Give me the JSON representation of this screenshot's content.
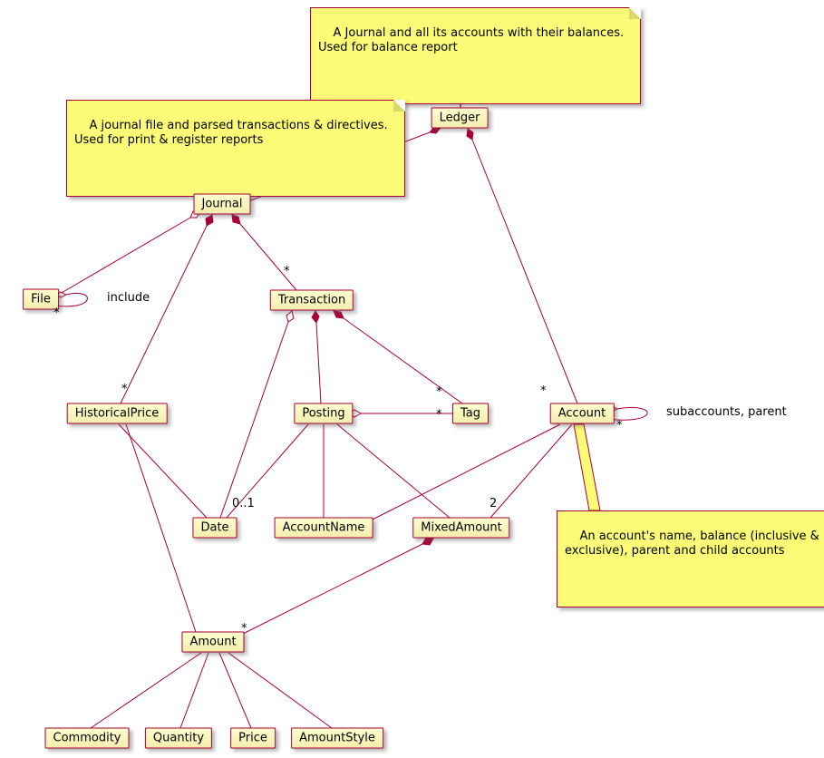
{
  "diagram_type": "uml-class-diagram",
  "colors": {
    "line": "#A80036",
    "class_fill_top": "#FEFECE",
    "class_fill_bottom": "#F3EDAE",
    "note_fill": "#FBFB77",
    "border": "#A80036",
    "text": "#000000",
    "background": "#FFFFFF"
  },
  "classes": {
    "ledger": "Ledger",
    "journal": "Journal",
    "file": "File",
    "transaction": "Transaction",
    "historicalprice": "HistoricalPrice",
    "posting": "Posting",
    "tag": "Tag",
    "account": "Account",
    "date": "Date",
    "accountname": "AccountName",
    "mixedamount": "MixedAmount",
    "amount": "Amount",
    "commodity": "Commodity",
    "quantity": "Quantity",
    "price": "Price",
    "amountstyle": "AmountStyle"
  },
  "notes": {
    "ledger": {
      "text": "A Journal and all its accounts with their balances.\nUsed for balance report"
    },
    "journal": {
      "text": "A journal file and parsed transactions & directives.\nUsed for print & register reports"
    },
    "account": {
      "text": "An account's name, balance (inclusive &\nexclusive), parent and child accounts"
    }
  },
  "edge_labels": {
    "include": "include",
    "subaccounts_parent": "subaccounts, parent",
    "mult_transaction": "*",
    "mult_historicalprice": "*",
    "mult_file_include": "*",
    "mult_tag_from_transaction": "*",
    "mult_tag_from_posting": "*",
    "mult_account": "*",
    "mult_account_self": "*",
    "mult_date": "0..1",
    "mult_mixedamount": "2",
    "mult_amount": "*"
  }
}
